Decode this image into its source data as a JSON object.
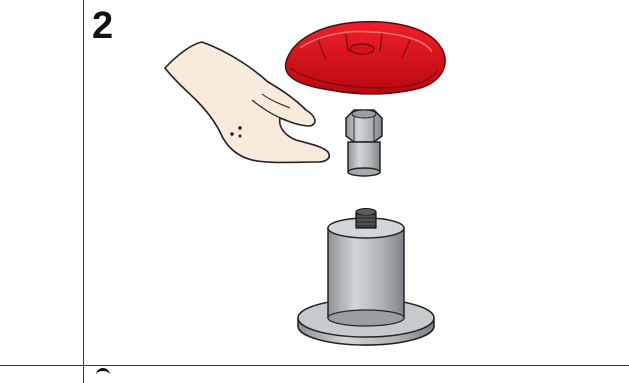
{
  "step": {
    "number": "2"
  },
  "illustration": {
    "parts": [
      "rubber-coupling",
      "hex-nut-bolt",
      "motor-spindle-base",
      "hand"
    ],
    "colors": {
      "coupling": "#e3121c",
      "metal": "#b9bdc0",
      "skin": "#f7ead9",
      "outline": "#222222"
    }
  }
}
